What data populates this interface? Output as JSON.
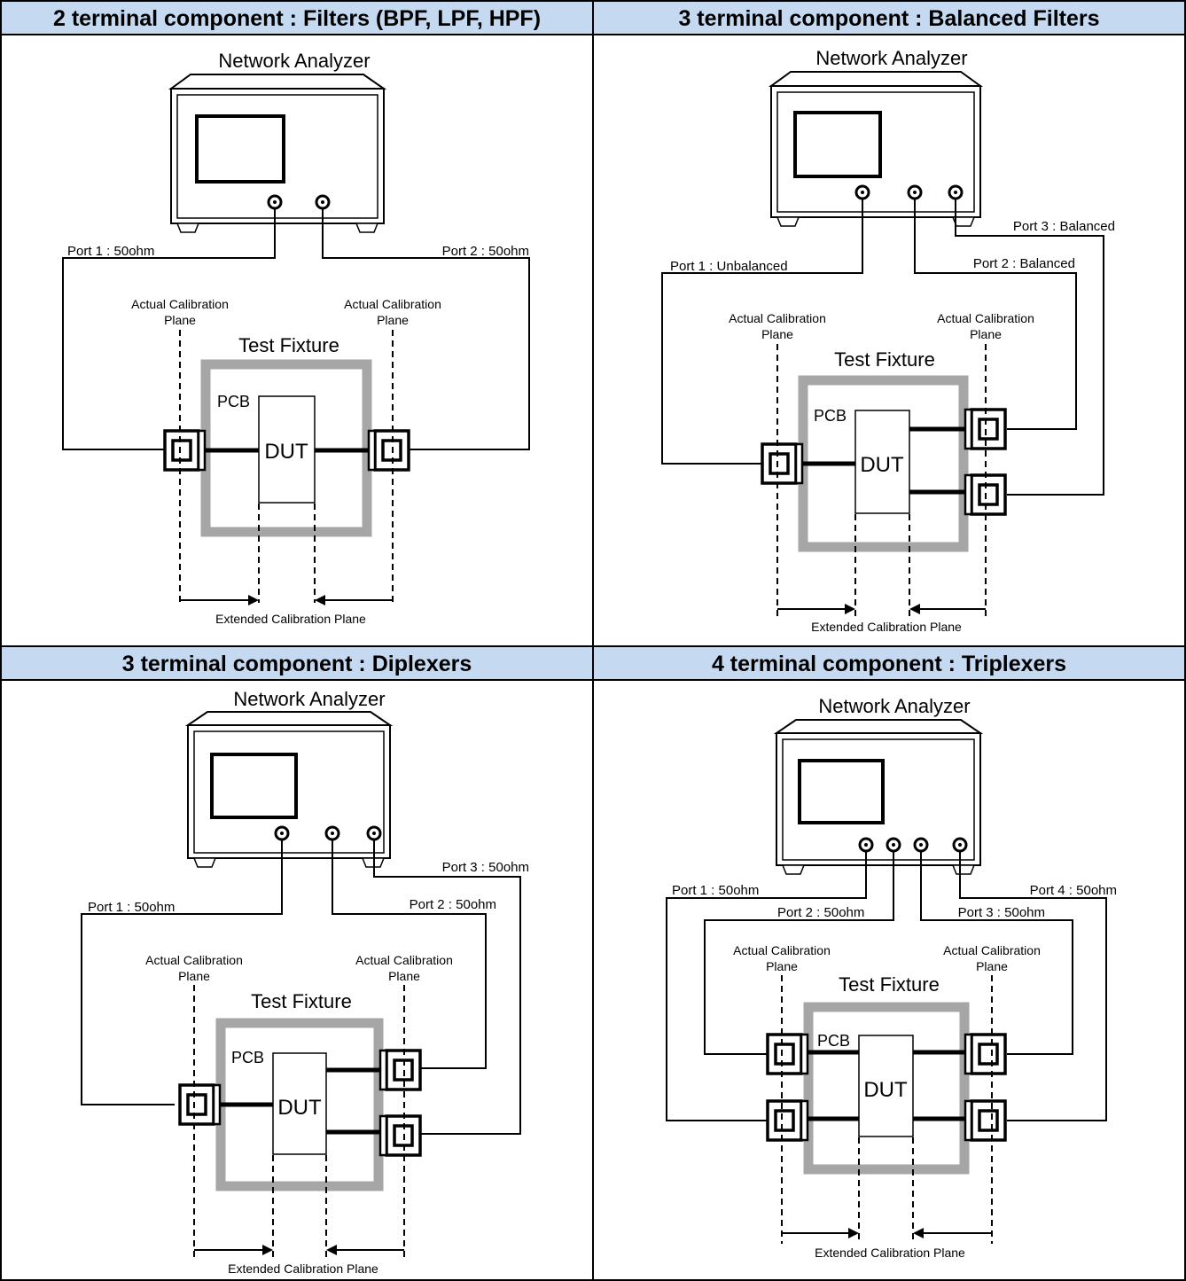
{
  "panels": [
    {
      "title": "2 terminal component : Filters (BPF, LPF, HPF)",
      "analyzer_label": "Network Analyzer",
      "fixture_label": "Test Fixture",
      "pcb_label": "PCB",
      "dut_label": "DUT",
      "cal_label_line1": "Actual Calibration",
      "cal_label_line2": "Plane",
      "ext_label": "Extended Calibration Plane",
      "ports": [
        "Port 1 : 50ohm",
        "Port 2 : 50ohm"
      ]
    },
    {
      "title": "3 terminal component : Balanced Filters",
      "analyzer_label": "Network Analyzer",
      "fixture_label": "Test Fixture",
      "pcb_label": "PCB",
      "dut_label": "DUT",
      "cal_label_line1": "Actual Calibration",
      "cal_label_line2": "Plane",
      "ext_label": "Extended Calibration Plane",
      "ports": [
        "Port 1 : Unbalanced",
        "Port 2 : Balanced",
        "Port 3 : Balanced"
      ]
    },
    {
      "title": "3 terminal component : Diplexers",
      "analyzer_label": "Network Analyzer",
      "fixture_label": "Test Fixture",
      "pcb_label": "PCB",
      "dut_label": "DUT",
      "cal_label_line1": "Actual Calibration",
      "cal_label_line2": "Plane",
      "ext_label": "Extended Calibration Plane",
      "ports": [
        "Port 1 : 50ohm",
        "Port 2 : 50ohm",
        "Port 3 : 50ohm"
      ]
    },
    {
      "title": "4 terminal component : Triplexers",
      "analyzer_label": "Network Analyzer",
      "fixture_label": "Test Fixture",
      "pcb_label": "PCB",
      "dut_label": "DUT",
      "cal_label_line1": "Actual Calibration",
      "cal_label_line2": "Plane",
      "ext_label": "Extended Calibration Plane",
      "ports": [
        "Port 1 : 50ohm",
        "Port 2 : 50ohm",
        "Port 3 : 50ohm",
        "Port 4 : 50ohm"
      ]
    }
  ],
  "colors": {
    "header_fill": "#c5d9f1",
    "fixture_frame": "#a6a6a6",
    "line": "#000000"
  }
}
